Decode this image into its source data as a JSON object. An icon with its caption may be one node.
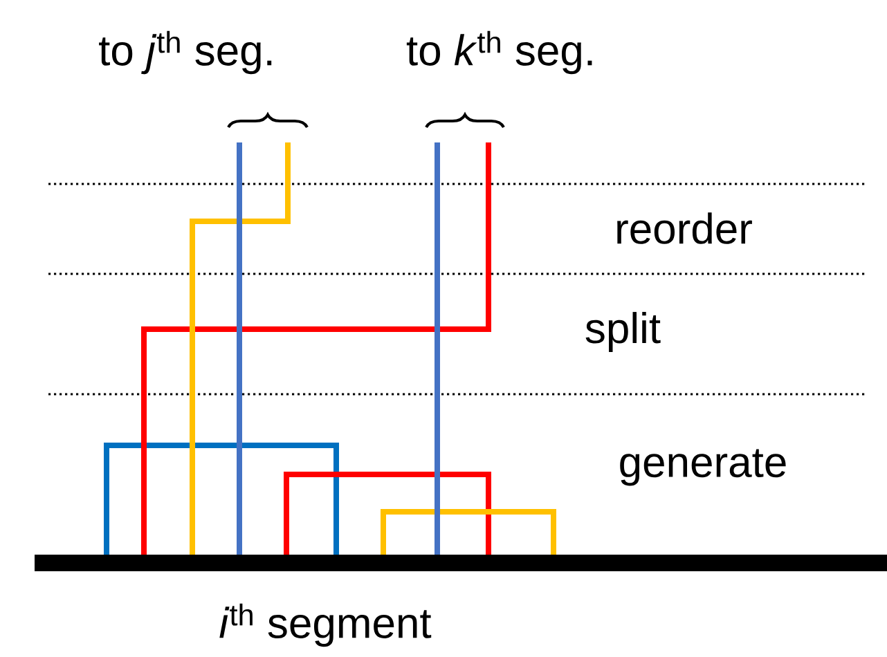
{
  "diagram": {
    "labels": [
      "to *j*$^{th}$ seg.",
      "to *k*$^{th}$ seg.",
      "reorder",
      "split",
      "generate",
      "*i*$^{th}$ segment"
    ]
  }
}
